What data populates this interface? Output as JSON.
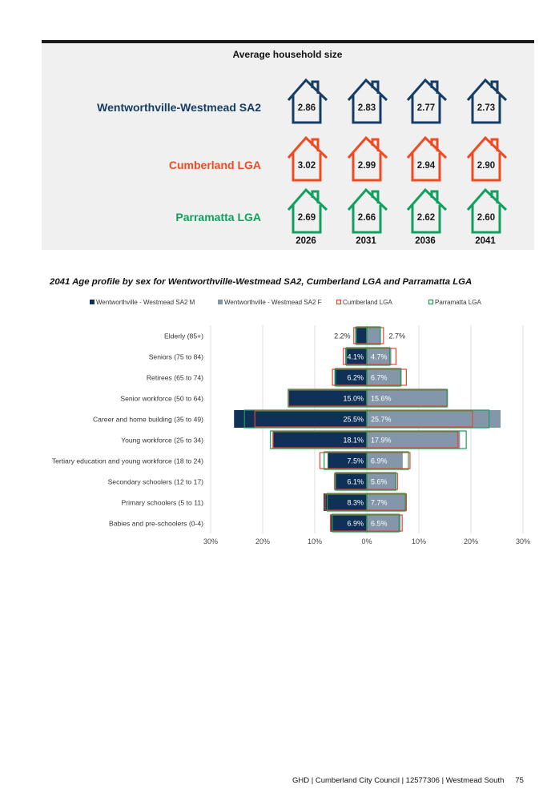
{
  "household_chart": {
    "title": "Average household size",
    "years": [
      "2026",
      "2031",
      "2036",
      "2041"
    ],
    "rows": [
      {
        "name": "Wentworthville-Westmead SA2",
        "color": "#163d66",
        "values": [
          "2.86",
          "2.83",
          "2.77",
          "2.73"
        ]
      },
      {
        "name": "Cumberland LGA",
        "color": "#ef4b23",
        "values": [
          "3.02",
          "2.99",
          "2.94",
          "2.90"
        ]
      },
      {
        "name": "Parramatta LGA",
        "color": "#10a060",
        "values": [
          "2.69",
          "2.66",
          "2.62",
          "2.60"
        ]
      }
    ]
  },
  "chart_data": [
    {
      "type": "bar",
      "title": "Average household size",
      "categories": [
        "2026",
        "2031",
        "2036",
        "2041"
      ],
      "series": [
        {
          "name": "Wentworthville-Westmead SA2",
          "values": [
            2.86,
            2.83,
            2.77,
            2.73
          ]
        },
        {
          "name": "Cumberland LGA",
          "values": [
            3.02,
            2.99,
            2.94,
            2.9
          ]
        },
        {
          "name": "Parramatta LGA",
          "values": [
            2.69,
            2.66,
            2.62,
            2.6
          ]
        }
      ]
    },
    {
      "type": "bar",
      "orientation": "horizontal",
      "subtype": "population-pyramid",
      "title": "2041 Age profile by sex for Wentworthville-Westmead SA2, Cumberland LGA and Parramatta LGA",
      "categories": [
        "Elderly (85+)",
        "Seniors (75 to 84)",
        "Retirees (65 to 74)",
        "Senior workforce (50 to 64)",
        "Career and home building (35 to 49)",
        "Young workforce (25 to 34)",
        "Tertiary education and young workforce (18 to 24)",
        "Secondary schoolers (12 to 17)",
        "Primary schoolers (5 to 11)",
        "Babies and pre-schoolers (0-4)"
      ],
      "series": [
        {
          "name": "Wentworthville - Westmead SA2 M",
          "values": [
            2.2,
            4.1,
            6.2,
            15.0,
            25.5,
            18.1,
            7.5,
            6.1,
            8.3,
            6.9
          ],
          "color": "#0f3057",
          "data_labels": [
            "2.2%",
            "4.1%",
            "6.2%",
            "15.0%",
            "25.5%",
            "18.1%",
            "7.5%",
            "6.1%",
            "8.3%",
            "6.9%"
          ]
        },
        {
          "name": "Wentworthville - Westmead SA2 F",
          "values": [
            2.7,
            4.7,
            6.7,
            15.6,
            25.7,
            17.9,
            6.9,
            5.6,
            7.7,
            6.5
          ],
          "color": "#8396aa",
          "data_labels": [
            "2.7%",
            "4.7%",
            "6.7%",
            "15.6%",
            "25.7%",
            "17.9%",
            "6.9%",
            "5.6%",
            "7.7%",
            "6.5%"
          ]
        },
        {
          "name": "Cumberland LGA",
          "color": "#e8452a",
          "male": [
            2.5,
            4.5,
            6.6,
            15.0,
            21.5,
            18.0,
            9.0,
            6.2,
            8.0,
            7.0
          ],
          "female": [
            3.2,
            5.6,
            7.6,
            15.4,
            20.3,
            17.5,
            8.3,
            5.9,
            7.6,
            6.8
          ]
        },
        {
          "name": "Parramatta LGA",
          "color": "#1f9a57",
          "male": [
            2.0,
            3.9,
            6.0,
            15.1,
            23.5,
            18.5,
            8.2,
            6.0,
            7.6,
            6.6
          ],
          "female": [
            2.6,
            4.4,
            6.5,
            15.4,
            23.5,
            19.1,
            8.0,
            5.6,
            7.4,
            6.2
          ]
        }
      ],
      "xlim": [
        -30,
        30
      ],
      "x_tick_labels": [
        "30%",
        "20%",
        "10%",
        "0%",
        "10%",
        "20%",
        "30%"
      ],
      "grid": true,
      "legend_position": "top"
    }
  ],
  "footer": {
    "text": "GHD | Cumberland City Council | 12577306 | Westmead South",
    "page": "75"
  }
}
